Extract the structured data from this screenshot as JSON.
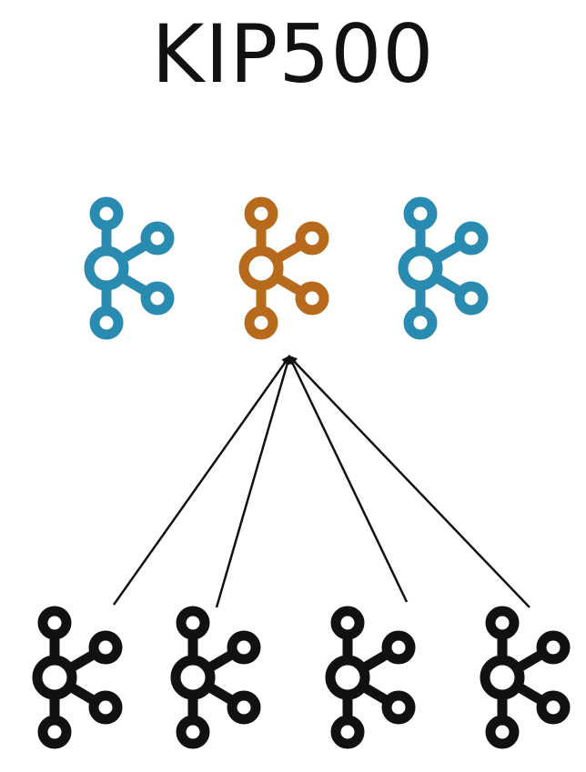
{
  "title": "KIP500",
  "colors": {
    "controller": "#2a8bb0",
    "active_controller": "#b86a1c",
    "broker": "#111111",
    "arrow": "#111111"
  },
  "icon": "kafka-logo-icon",
  "controllers": [
    {
      "role": "controller",
      "active": false
    },
    {
      "role": "active-controller",
      "active": true
    },
    {
      "role": "controller",
      "active": false
    }
  ],
  "brokers": [
    {
      "role": "broker"
    },
    {
      "role": "broker"
    },
    {
      "role": "broker"
    },
    {
      "role": "broker"
    }
  ]
}
